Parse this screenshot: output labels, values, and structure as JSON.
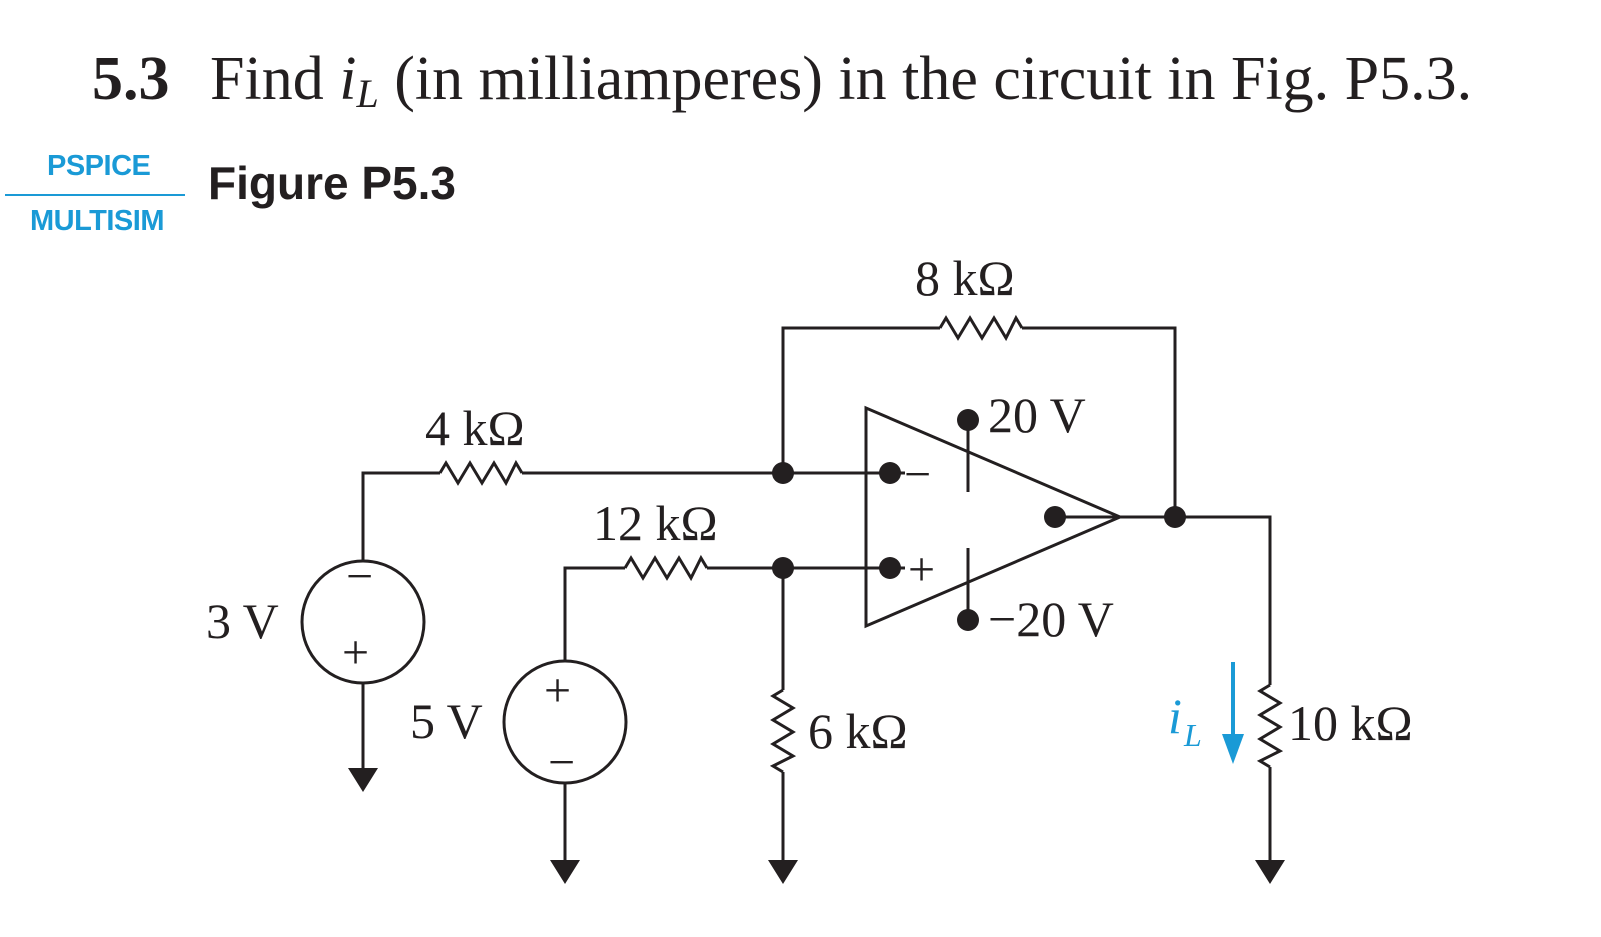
{
  "problem": {
    "number": "5.3",
    "text_before": "Find ",
    "var_symbol": "i",
    "var_sub": "L",
    "text_after": " (in milliamperes) in the circuit in Fig. P5.3."
  },
  "tags": {
    "pspice": "PSPICE",
    "multisim": "MULTISIM"
  },
  "figure": {
    "label": "Figure P5.3"
  },
  "circuit": {
    "r_feedback": "8 kΩ",
    "r_input_inv": "4 kΩ",
    "r_input_noninv": "12 kΩ",
    "r_ground": "6 kΩ",
    "r_load": "10 kΩ",
    "source_1": "3 V",
    "source_2": "5 V",
    "supply_pos": "20 V",
    "supply_neg": "−20 V",
    "current_symbol": "i",
    "current_sub": "L",
    "opamp_inv_sign": "−",
    "opamp_noninv_sign": "+",
    "src1_top_sign": "−",
    "src1_bottom_sign": "+",
    "src2_top_sign": "+",
    "src2_bottom_sign": "−"
  },
  "colors": {
    "ink": "#231f20",
    "accent": "#1a9ad6"
  }
}
